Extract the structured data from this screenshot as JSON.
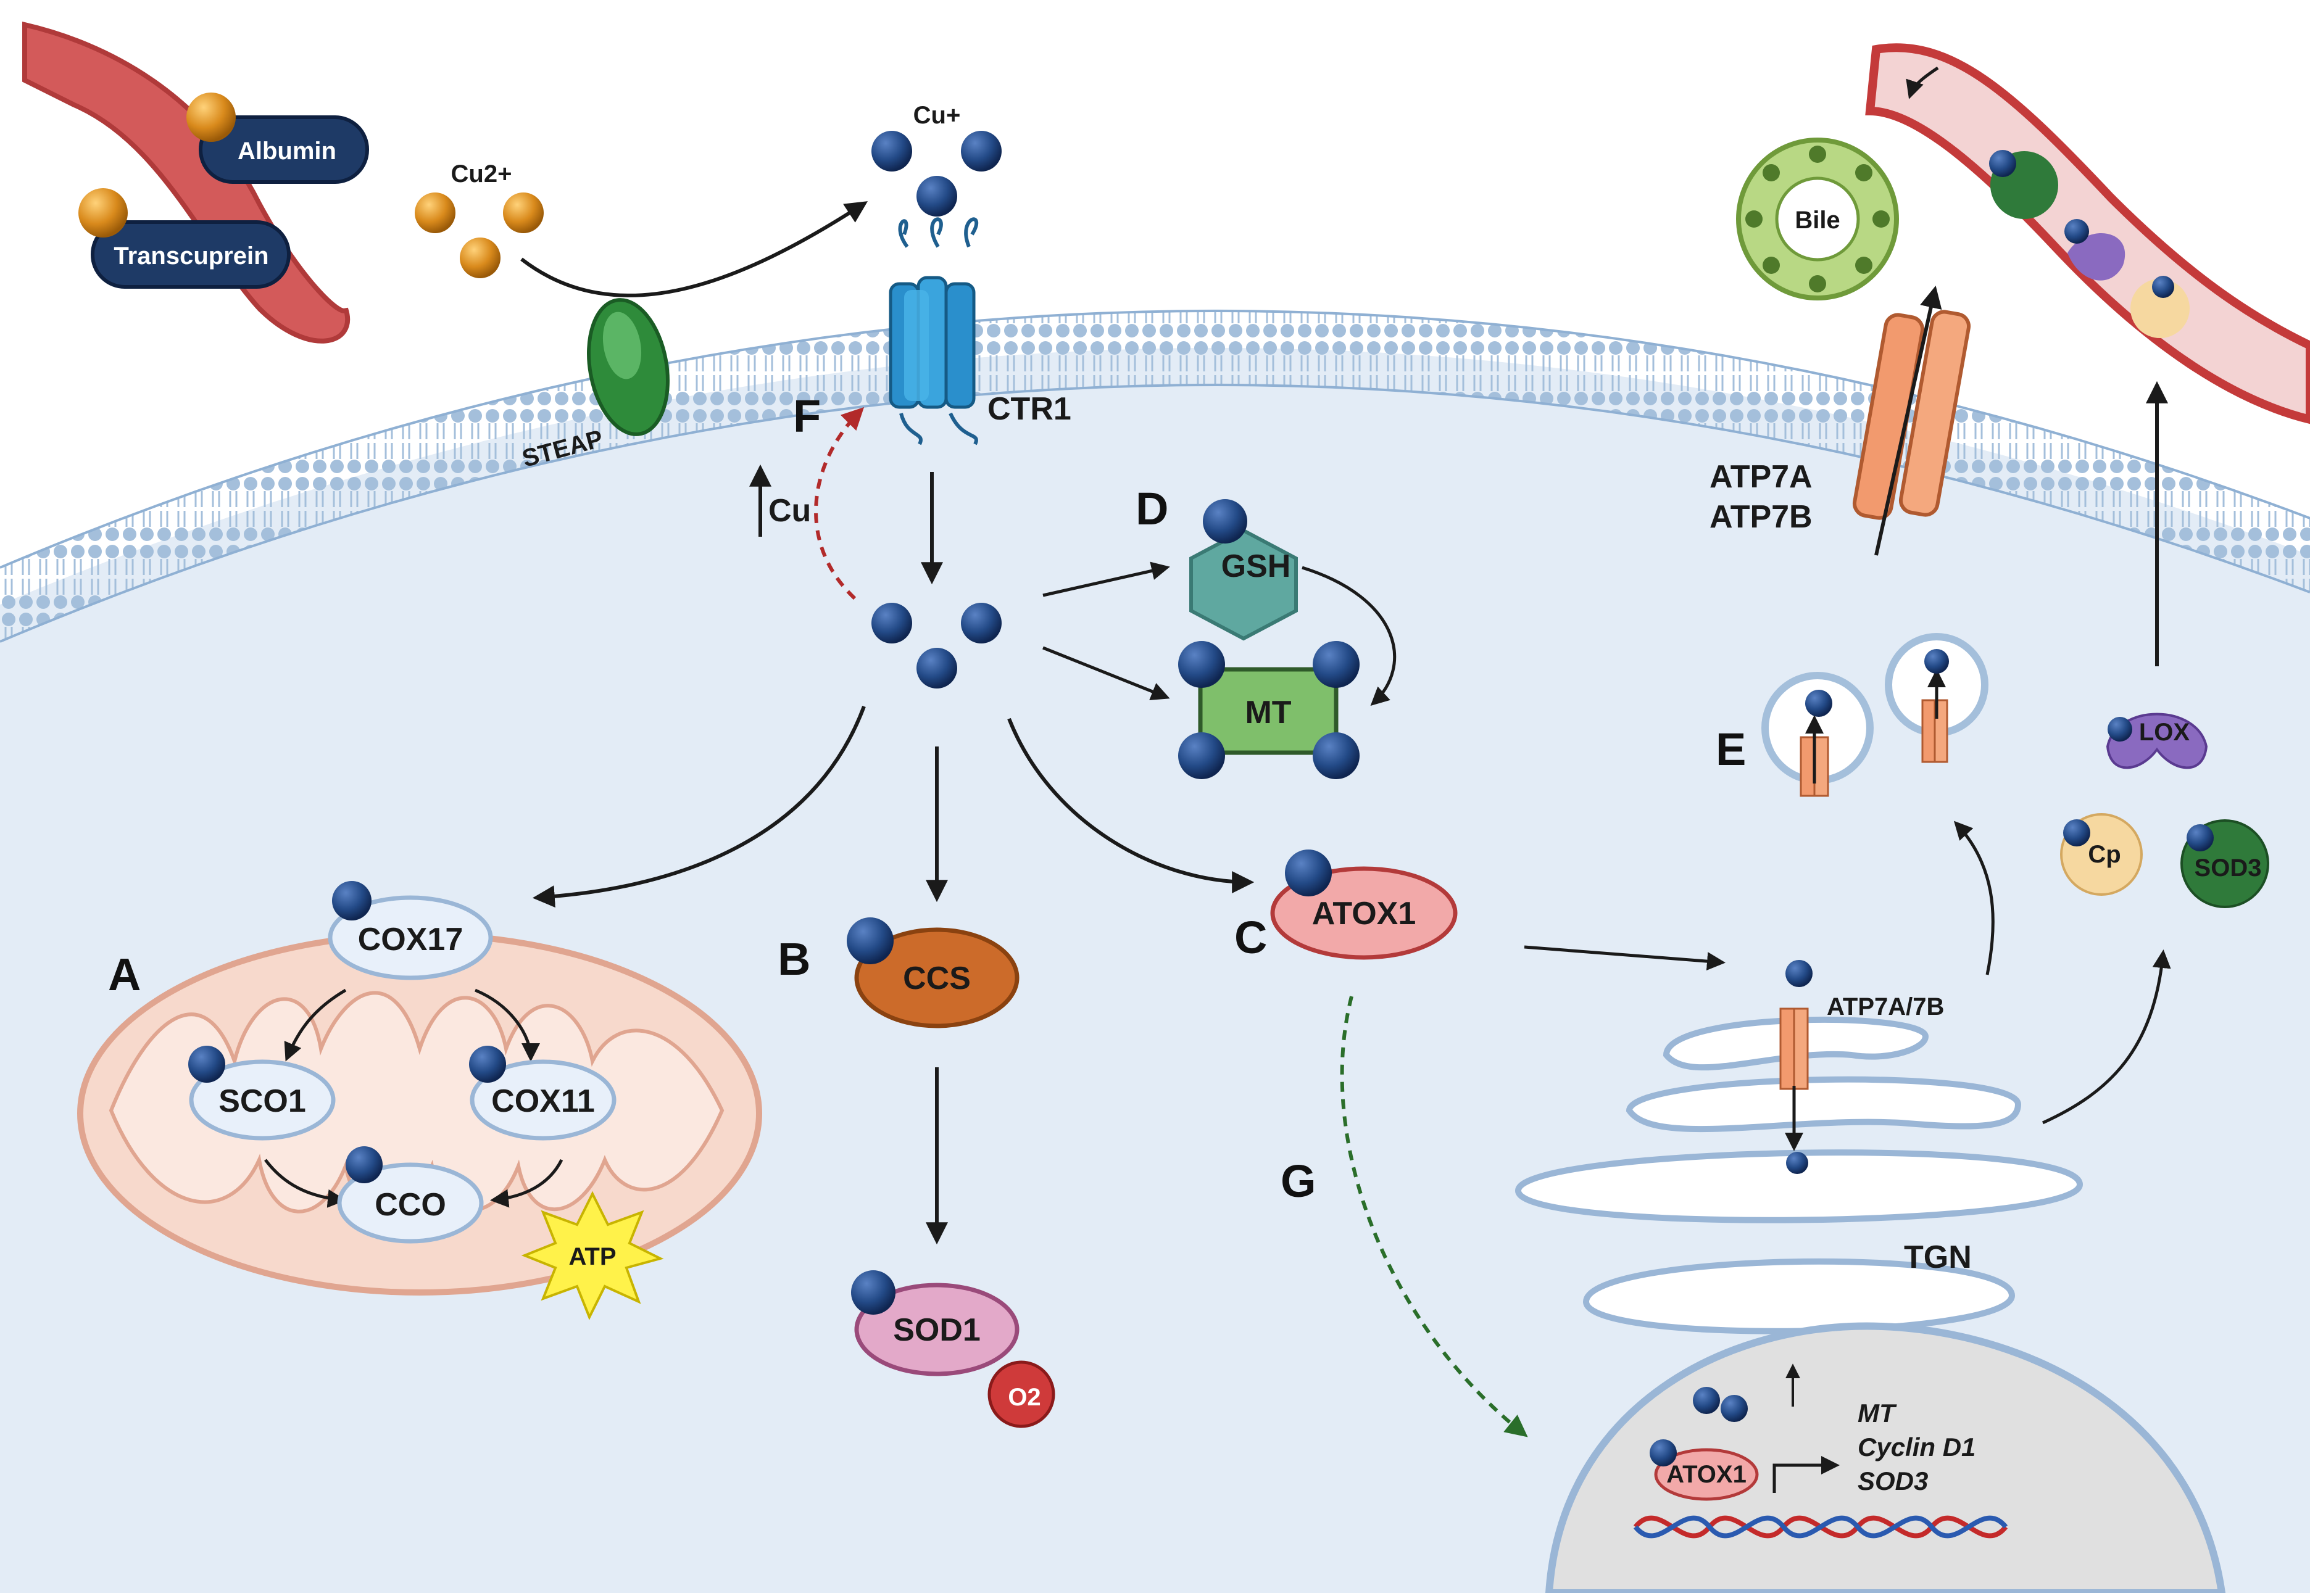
{
  "colors": {
    "cytoplasm": "#e3ecf6",
    "membrane_head": "#a4bfdb",
    "copper_ion": "#234a87",
    "cupric_ion": "#d98a1c",
    "vessel": "#cf4a4a",
    "path_arrow": "#1a1a1a",
    "signal_arrow_red": "#b22a2a",
    "signal_arrow_green": "#2a6e2a"
  },
  "labels": {
    "albumin": "Albumin",
    "transcuprein": "Transcuprein",
    "cu2": "Cu2+",
    "cu_plus": "Cu+",
    "steap": "STEAP",
    "ctr1": "CTR1",
    "f": "F",
    "cu_up": "Cu",
    "d": "D",
    "gsh": "GSH",
    "mt": "MT",
    "bile": "Bile",
    "atp7a": "ATP7A",
    "atp7b": "ATP7B",
    "e": "E",
    "lox": "LOX",
    "cp": "Cp",
    "sod3": "SOD3",
    "a": "A",
    "cox17": "COX17",
    "sco1": "SCO1",
    "cox11": "COX11",
    "cco": "CCO",
    "atp": "ATP",
    "b": "B",
    "ccs": "CCS",
    "sod1": "SOD1",
    "superoxide": "O2",
    "c": "C",
    "atox1": "ATOX1",
    "atp7a_7b": "ATP7A/7B",
    "tgn": "TGN",
    "g": "G",
    "atox1_nuc": "ATOX1",
    "genes": [
      "MT",
      "Cyclin D1",
      "SOD3"
    ]
  }
}
